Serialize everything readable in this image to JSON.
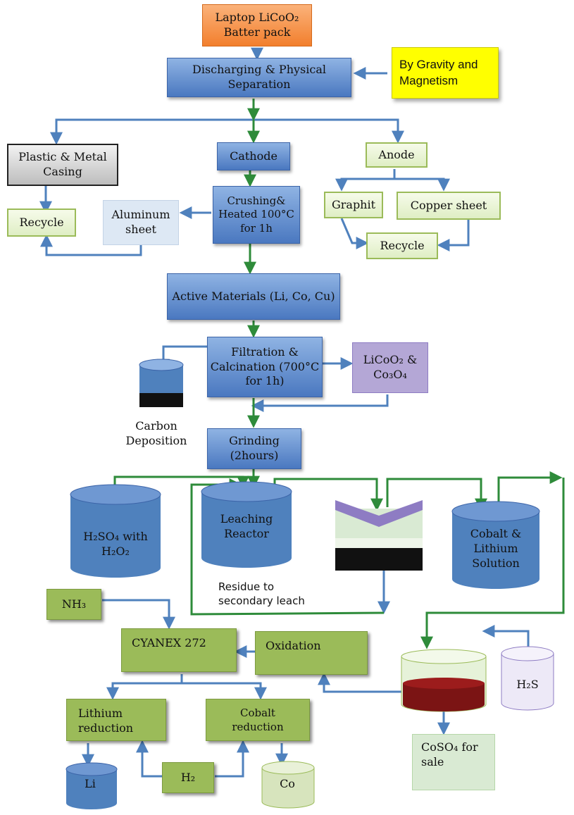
{
  "nodes": {
    "battery_pack": "Laptop LiCoO₂ Batter pack",
    "discharging": "Discharging & Physical Separation",
    "gravity": "By Gravity and Magnetism",
    "plastic_casing": "Plastic & Metal Casing",
    "cathode": "Cathode",
    "anode": "Anode",
    "recycle_left": "Recycle",
    "aluminum_sheet": "Aluminum sheet",
    "crushing": "Crushing& Heated 100°C for 1h",
    "graphit": "Graphit",
    "copper_sheet": "Copper sheet",
    "recycle_right": "Recycle",
    "active_materials": "Active Materials (Li, Co, Cu)",
    "filtration": "Filtration & Calcination (700°C for 1h)",
    "licoo2_co3o4": "LiCoO₂ & Co₃O₄",
    "carbon_deposition": "Carbon Deposition",
    "grinding": "Grinding (2hours)",
    "h2so4": "H₂SO₄ with H₂O₂",
    "leaching_reactor": "Leaching Reactor",
    "cobalt_lithium_solution": "Cobalt & Lithium Solution",
    "residue": "Residue to secondary leach",
    "nh3": "NH₃",
    "cyanex": "CYANEX 272",
    "oxidation": "Oxidation",
    "h2s": "H₂S",
    "lithium_reduction": "Lithium reduction",
    "cobalt_reduction": "Cobalt reduction",
    "coso4": "CoSO₄ for sale",
    "li": "Li",
    "h2": "H₂",
    "co": "Co"
  },
  "colors": {
    "blue_arrow": "#4f81bd",
    "green_arrow": "#2e8b3a",
    "orange": "#f79646",
    "yellow": "#ffff00",
    "olive": "#9bbb59",
    "purple": "#b4a7d6"
  }
}
